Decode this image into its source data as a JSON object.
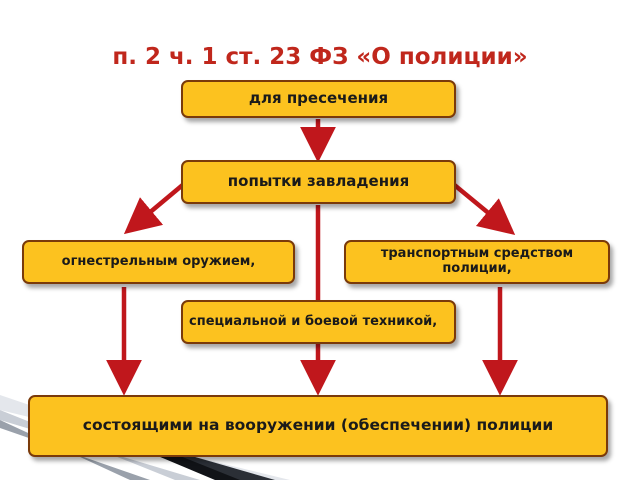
{
  "title": "п. 2 ч. 1 ст. 23 ФЗ «О полиции»",
  "nodes": {
    "prevention": "для пресечения",
    "attempt": "попытки завладения",
    "firearms": "огнестрельным оружием,",
    "vehicle": "транспортным средством полиции,",
    "special_tech": "специальной и боевой техникой,",
    "in_service": "состоящими на вооружении (обеспечении) полиции"
  },
  "colors": {
    "title": "#c0271c",
    "box_fill": "#fcc21f",
    "box_border": "#7a3a0a",
    "arrow": "#c0171c"
  }
}
